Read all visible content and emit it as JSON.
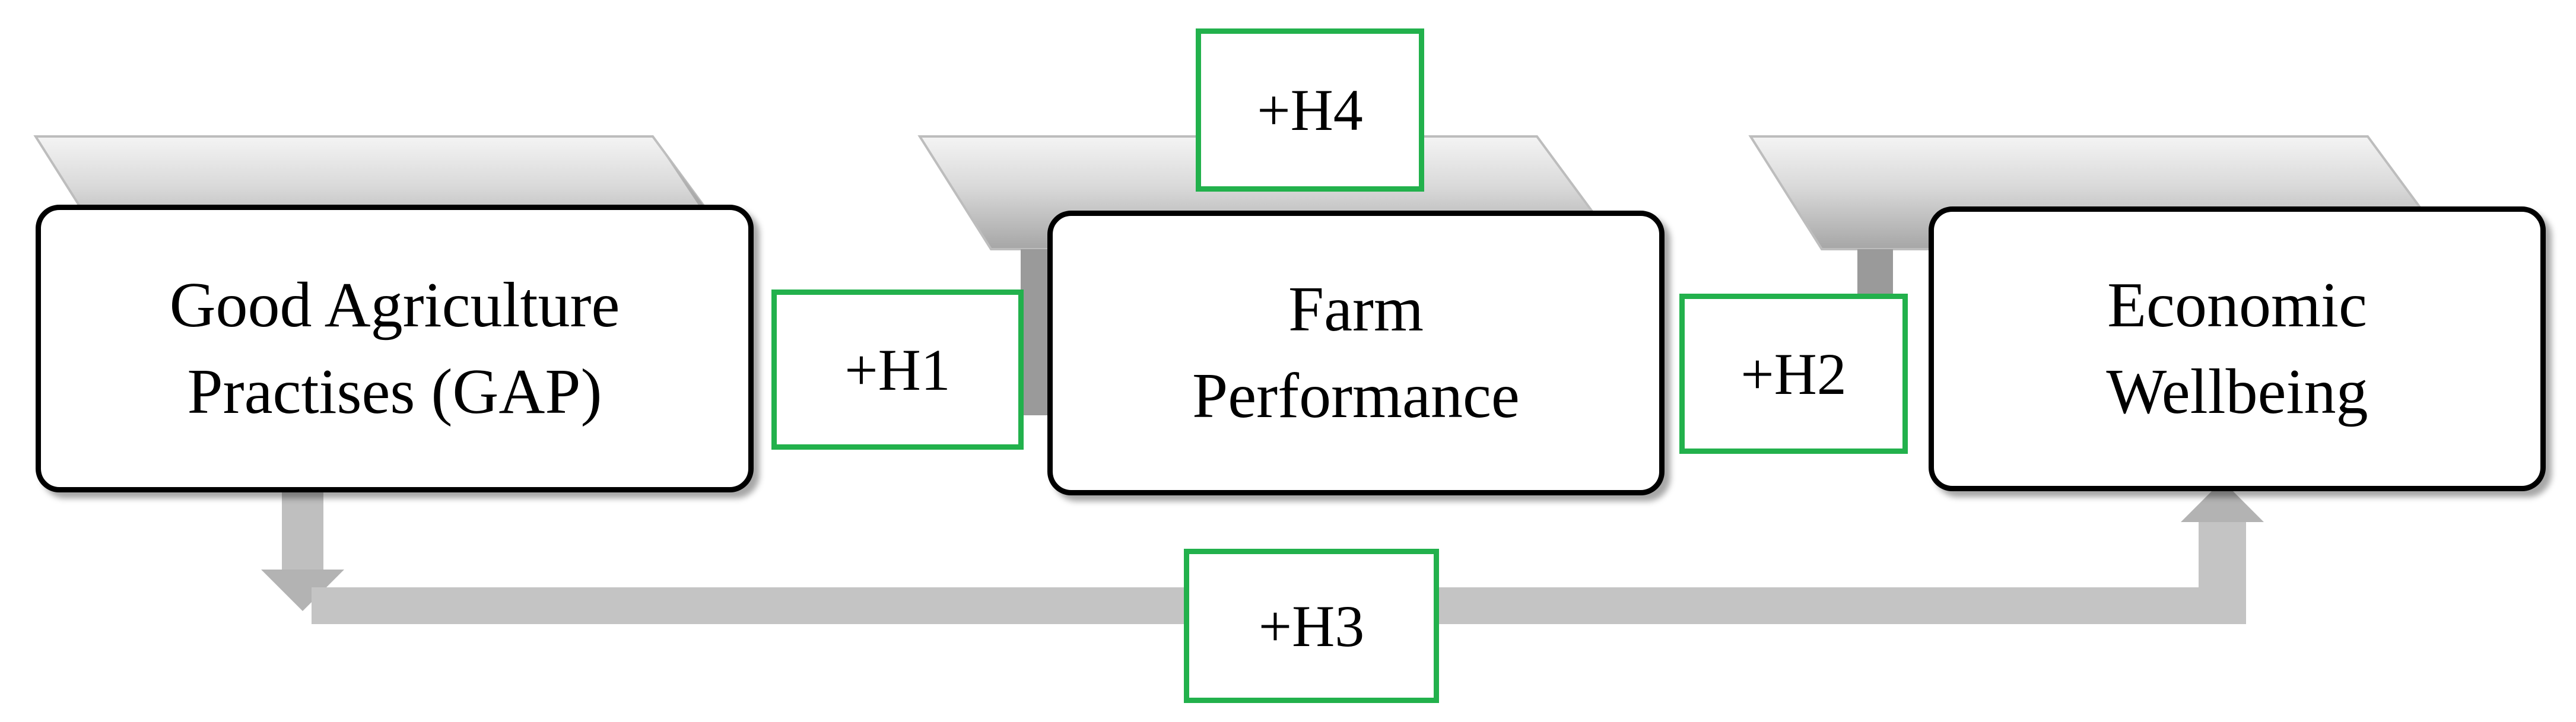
{
  "diagram": {
    "nodes": [
      {
        "id": "gap",
        "lines": [
          "Good Agriculture",
          "Practises (GAP)"
        ]
      },
      {
        "id": "farm",
        "lines": [
          "Farm",
          "Performance"
        ]
      },
      {
        "id": "econ",
        "lines": [
          "Economic",
          "Wellbeing"
        ]
      }
    ],
    "hypotheses": {
      "h1": "+H1",
      "h2": "+H2",
      "h3": "+H3",
      "h4": "+H4"
    },
    "colors": {
      "node_border": "#000000",
      "hypothesis_border": "#22b14c",
      "connector": "#bfbfbf",
      "shadow_panel": "#d4d4d4"
    }
  }
}
